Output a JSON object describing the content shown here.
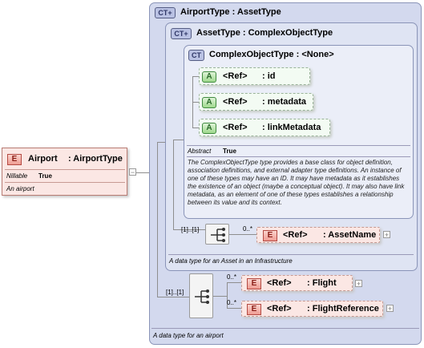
{
  "root_element": {
    "badge": "E",
    "name": "Airport",
    "type": ": AirportType",
    "nillable_label": "Nillable",
    "nillable_value": "True",
    "doc": "An airport"
  },
  "airport_type": {
    "badge": "CT",
    "title": "AirportType : AssetType",
    "doc": "A data type for an airport",
    "sequence_multiplicity": "[1]..[1]",
    "elements": [
      {
        "badge": "E",
        "ref": "<Ref>",
        "name": ": Flight",
        "multiplicity": "0..*"
      },
      {
        "badge": "E",
        "ref": "<Ref>",
        "name": ": FlightReference",
        "multiplicity": "0..*"
      }
    ]
  },
  "asset_type": {
    "badge": "CT",
    "title": "AssetType : ComplexObjectType",
    "doc": "A data type for an Asset in an Infrastructure",
    "sequence_multiplicity": "[1]..[1]",
    "elements": [
      {
        "badge": "E",
        "ref": "<Ref>",
        "name": ": AssetName",
        "multiplicity": "0..*"
      }
    ]
  },
  "complex_object_type": {
    "badge": "CT",
    "title": "ComplexObjectType : <None>",
    "attributes": [
      {
        "badge": "A",
        "ref": "<Ref>",
        "name": ": id"
      },
      {
        "badge": "A",
        "ref": "<Ref>",
        "name": ": metadata"
      },
      {
        "badge": "A",
        "ref": "<Ref>",
        "name": ": linkMetadata"
      }
    ],
    "abstract_label": "Abstract",
    "abstract_value": "True",
    "doc": "The ComplexObjectType type provides a base class for object definition, association definitions, and external adapter type definitions. An instance of one of these types may have an ID. It may have metadata as it establishes the existence of an object (maybe a conceptual object). It may also have link metadata, as an element of one of these types establishes a relationship between its value and its context."
  },
  "colors": {
    "panel_outer": "#d3d9ee",
    "panel_mid": "#dfe4f3",
    "panel_inner": "#ebeef8",
    "element_fill": "#fbe7e4",
    "attribute_fill": "#f3fbf3"
  }
}
